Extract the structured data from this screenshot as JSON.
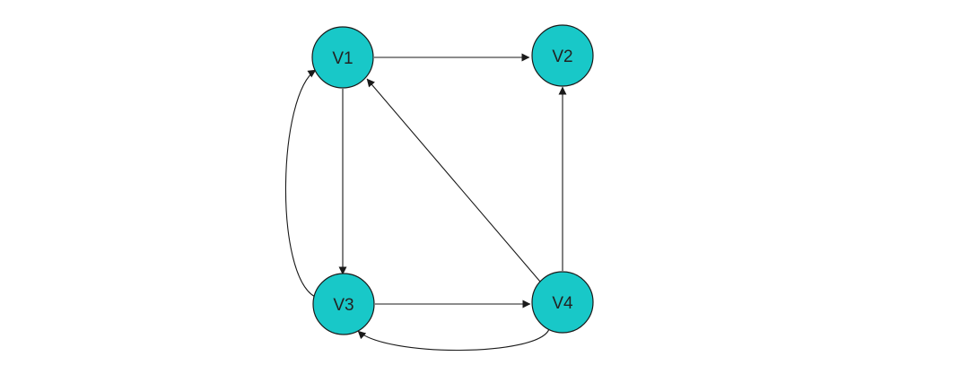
{
  "graph": {
    "node_color": "#18c8c8",
    "edge_color": "#1a1a1a",
    "nodes": [
      {
        "id": "v1",
        "label": "V1"
      },
      {
        "id": "v2",
        "label": "V2"
      },
      {
        "id": "v3",
        "label": "V3"
      },
      {
        "id": "v4",
        "label": "V4"
      }
    ],
    "edges": [
      {
        "from": "V1",
        "to": "V2"
      },
      {
        "from": "V1",
        "to": "V3"
      },
      {
        "from": "V3",
        "to": "V1"
      },
      {
        "from": "V3",
        "to": "V4"
      },
      {
        "from": "V4",
        "to": "V1"
      },
      {
        "from": "V4",
        "to": "V2"
      },
      {
        "from": "V4",
        "to": "V3"
      }
    ]
  }
}
